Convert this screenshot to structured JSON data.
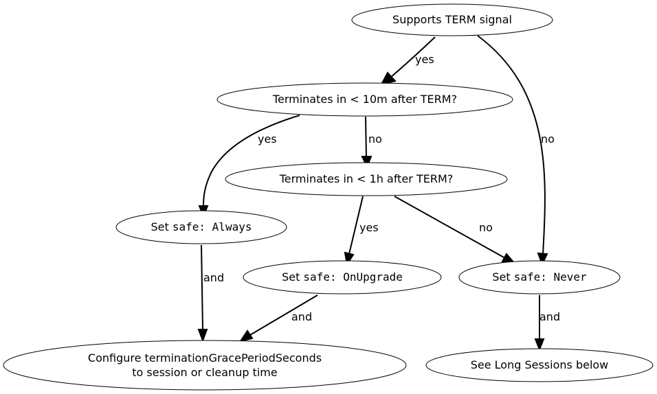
{
  "nodes": {
    "supports_term": {
      "label": "Supports TERM signal"
    },
    "lt10m": {
      "label": "Terminates in < 10m after TERM?"
    },
    "lt1h": {
      "label": "Terminates in < 1h after TERM?"
    },
    "safe_always": {
      "prefix": "Set ",
      "code": "safe: Always"
    },
    "safe_onupgrade": {
      "prefix": "Set ",
      "code": "safe: OnUpgrade"
    },
    "safe_never": {
      "prefix": "Set ",
      "code": "safe: Never"
    },
    "configure": {
      "line1": "Configure terminationGracePeriodSeconds",
      "line2": "to session or cleanup time"
    },
    "long_sessions": {
      "label": "See Long Sessions below"
    }
  },
  "edges": {
    "term_to_10m": "yes",
    "term_to_never": "no",
    "10m_to_always": "yes",
    "10m_to_1h": "no",
    "1h_to_onupgrade": "yes",
    "1h_to_never": "no",
    "always_to_configure": "and",
    "onupgrade_to_configure": "and",
    "never_to_long": "and"
  }
}
